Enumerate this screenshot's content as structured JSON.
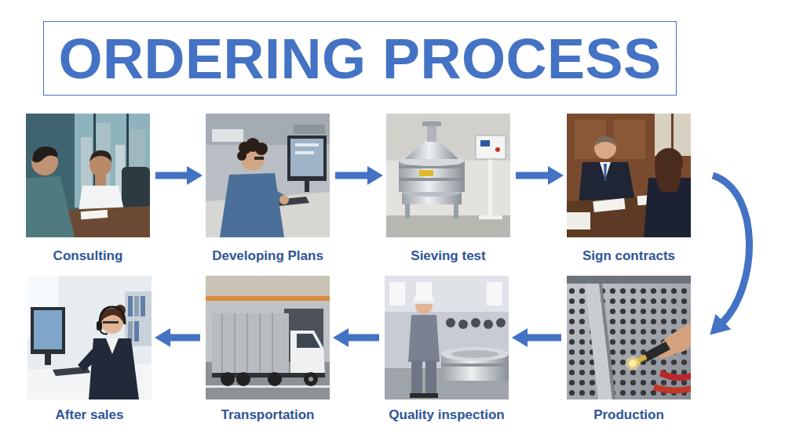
{
  "diagram": {
    "title": "ORDERING PROCESS",
    "nodes": [
      {
        "text": [
          "Consulting"
        ]
      },
      {
        "text": [
          "Developing Plans"
        ]
      },
      {
        "text": [
          "Sieving test"
        ]
      },
      {
        "text": [
          "Sign contracts"
        ]
      },
      {
        "text": [
          "Production"
        ]
      },
      {
        "text": [
          "Quality inspection"
        ]
      },
      {
        "text": [
          "Transportation"
        ]
      },
      {
        "text": [
          "After sales"
        ]
      }
    ],
    "edges": [
      {
        "from": 0,
        "to": 1,
        "arrow": "to"
      },
      {
        "from": 1,
        "to": 2,
        "arrow": "to"
      },
      {
        "from": 2,
        "to": 3,
        "arrow": "to"
      },
      {
        "from": 3,
        "to": 4,
        "arrow": "to"
      },
      {
        "from": 4,
        "to": 5,
        "arrow": "to"
      },
      {
        "from": 5,
        "to": 6,
        "arrow": "to"
      },
      {
        "from": 6,
        "to": 7,
        "arrow": "to"
      }
    ]
  }
}
